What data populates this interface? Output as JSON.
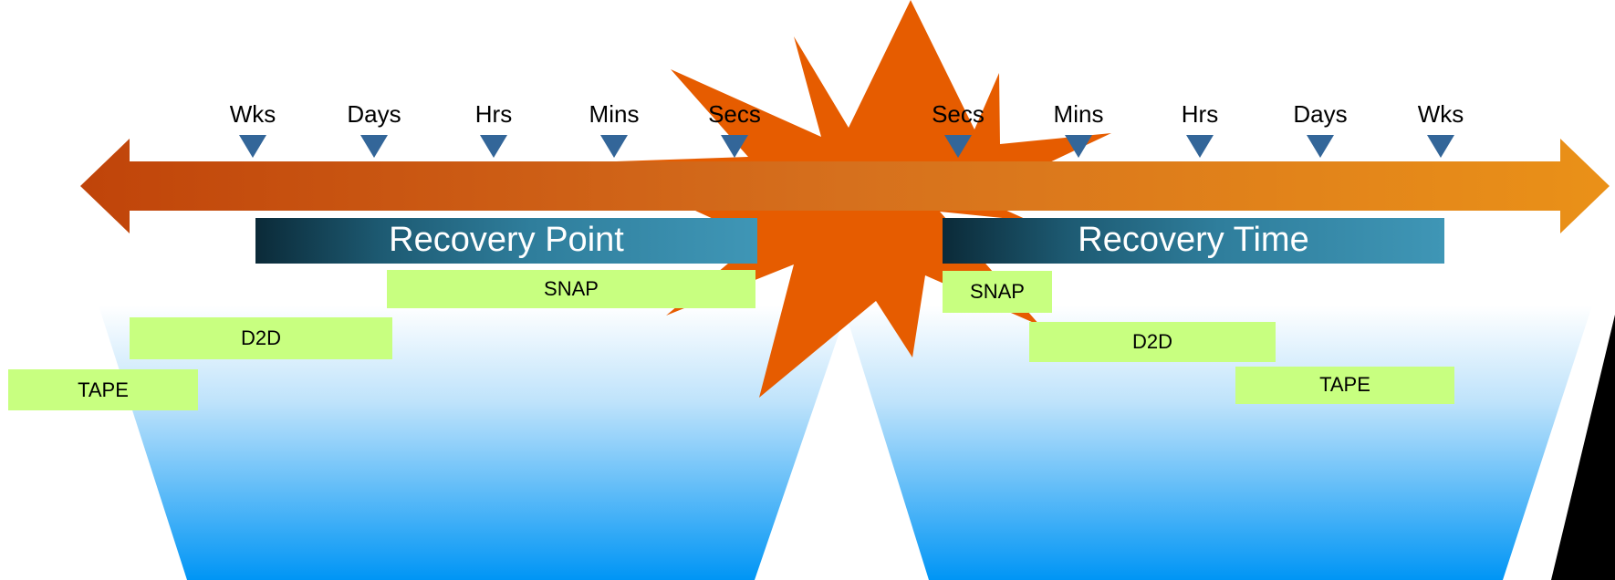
{
  "left_ticks": [
    "Wks",
    "Days",
    "Hrs",
    "Mins",
    "Secs"
  ],
  "right_ticks": [
    "Secs",
    "Mins",
    "Hrs",
    "Days",
    "Wks"
  ],
  "recovery_point_label": "Recovery Point",
  "recovery_time_label": "Recovery Time",
  "left_bars": [
    "SNAP",
    "D2D",
    "TAPE"
  ],
  "right_bars": [
    "SNAP",
    "D2D",
    "TAPE"
  ],
  "colors": {
    "arrow_left": "#c0440a",
    "arrow_right": "#ea9118",
    "burst": "#e65c00",
    "marker": "#336699",
    "banner_dark": "#0b2a38",
    "banner_light": "#3f96b6",
    "green_bar": "#c8ff80",
    "funnel_top": "#ffffff",
    "funnel_bottom": "#0095f5"
  }
}
